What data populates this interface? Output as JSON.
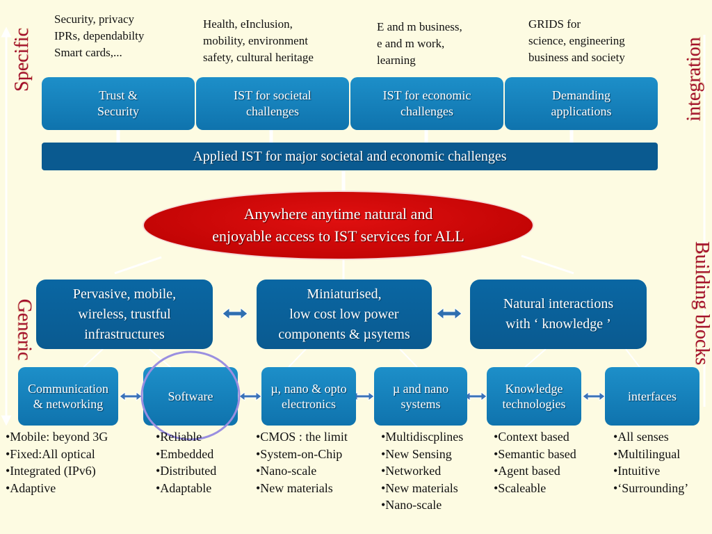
{
  "side_labels": {
    "specific": "Specific",
    "generic": "Generic",
    "integration": "integration",
    "building_blocks": "Building blocks"
  },
  "top_notes": [
    {
      "lines": [
        "Security, privacy",
        "IPRs, dependabilty",
        "Smart cards,..."
      ]
    },
    {
      "lines": [
        "Health, eInclusion,",
        "mobility, environment",
        "safety, cultural heritage"
      ]
    },
    {
      "lines": [
        "E and m business,",
        "e and m work,",
        "learning"
      ]
    },
    {
      "lines": [
        "GRIDS for",
        "science, engineering",
        "business and society"
      ]
    }
  ],
  "top_boxes": [
    {
      "lines": [
        "Trust &",
        "Security"
      ]
    },
    {
      "lines": [
        "IST for societal",
        "challenges"
      ]
    },
    {
      "lines": [
        "IST for economic",
        "challenges"
      ]
    },
    {
      "lines": [
        "Demanding",
        "applications"
      ]
    }
  ],
  "band": "Applied IST for major societal and economic challenges",
  "ellipse": [
    "Anywhere anytime natural and",
    "enjoyable access to IST services for ALL"
  ],
  "middle_boxes": [
    {
      "lines": [
        "Pervasive, mobile,",
        "wireless, trustful",
        "infrastructures"
      ]
    },
    {
      "lines": [
        "Miniaturised,",
        "low cost low power",
        "components & µsytems"
      ]
    },
    {
      "lines": [
        "Natural interactions",
        "with ‘ knowledge ’"
      ]
    }
  ],
  "bottom_boxes": [
    {
      "lines": [
        "Communication",
        "& networking"
      ]
    },
    {
      "lines": [
        "Software"
      ]
    },
    {
      "lines": [
        "µ, nano & opto",
        "electronics"
      ]
    },
    {
      "lines": [
        "µ and nano",
        "systems"
      ]
    },
    {
      "lines": [
        "Knowledge",
        "technologies"
      ]
    },
    {
      "lines": [
        "interfaces"
      ]
    }
  ],
  "bullet_lists": [
    [
      "•Mobile: beyond 3G",
      "•Fixed:All optical",
      "•Integrated (IPv6)",
      "•Adaptive"
    ],
    [
      "•Reliable",
      "•Embedded",
      "•Distributed",
      "•Adaptable"
    ],
    [
      "•CMOS : the limit",
      "•System-on-Chip",
      "•Nano-scale",
      "•New materials"
    ],
    [
      "•Multidiscplines",
      "•New Sensing",
      "•Networked",
      "•New materials",
      "•Nano-scale"
    ],
    [
      "•Context based",
      "•Semantic based",
      "•Agent based",
      "•Scaleable"
    ],
    [
      "•All senses",
      "•Multilingual",
      "•Intuitive",
      "•‘Surrounding’"
    ]
  ],
  "colors": {
    "background": "#fdfbe2",
    "box_blue": "#1283c0",
    "box_dark": "#0a5a90",
    "ellipse_red": "#c80000",
    "label_red": "#a3102c",
    "highlight_circle": "#9a8fe0"
  }
}
